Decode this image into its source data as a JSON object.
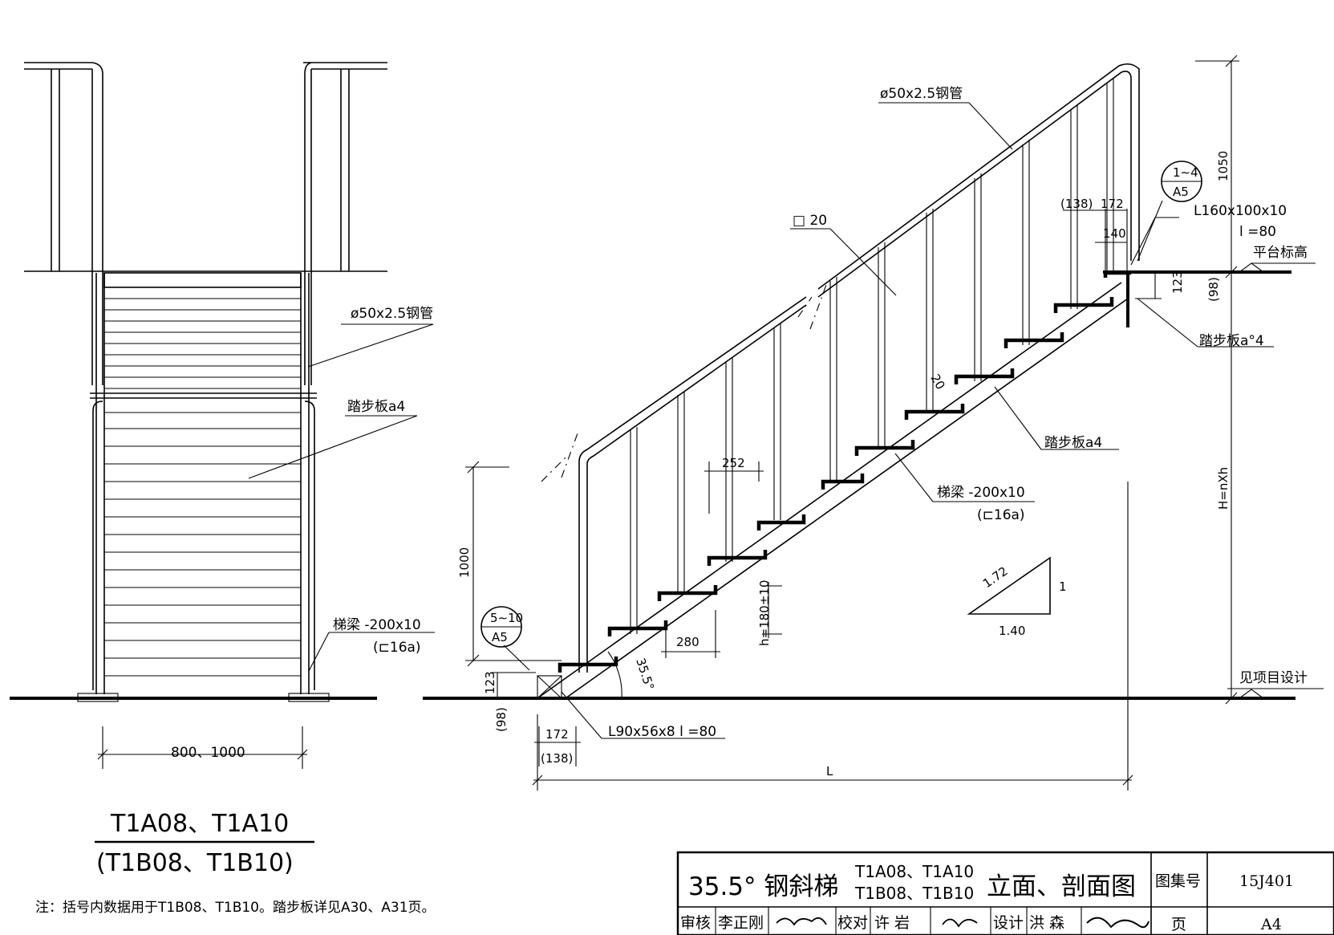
{
  "front_view": {
    "label_pipe": "ø50x2.5钢管",
    "label_tread": "踏步板a4",
    "label_beam_1": "梯梁 -200x10",
    "label_beam_2": "(⊏16a)",
    "dim_width": "800、1000",
    "title_main": "T1A08、T1A10",
    "title_alt": "(T1B08、T1B10)"
  },
  "note": "注：括号内数据用于T1B08、T1B10。踏步板详见A30、A31页。",
  "side_view": {
    "label_pipe": "ø50x2.5钢管",
    "label_post": "□ 20",
    "label_tread_top": "踏步板a°4",
    "label_tread_mid": "踏步板a4",
    "label_beam_1": "梯梁 -200x10",
    "label_beam_2": "(⊏16a)",
    "label_top_angle_1": "L160x100x10",
    "label_top_angle_2": "l =80",
    "label_platform": "平台标高",
    "label_ground": "见项目设计",
    "label_bottom_angle": "L90x56x8   l =80",
    "dim_1050": "1050",
    "dim_H": "H=nXh",
    "dim_1000": "1000",
    "dim_252": "252",
    "dim_280": "280",
    "dim_h": "h=180±10",
    "dim_20": "20",
    "dim_angle": "35.5°",
    "dim_123_top": "123",
    "dim_98_top": "(98)",
    "dim_123_bot": "123",
    "dim_98_bot": "(98)",
    "dim_138_top": "(138)",
    "dim_172_top": "172",
    "dim_140": "140",
    "dim_172_bot": "172",
    "dim_138_bot": "(138)",
    "dim_L": "L",
    "slope_run": "1.72",
    "slope_rise": "1",
    "slope_base": "1.40",
    "detail_top_1": "1∼4",
    "detail_top_2": "A5",
    "detail_bot_1": "5∼10",
    "detail_bot_2": "A5"
  },
  "title_block": {
    "title_prefix": "35.5° 钢斜梯",
    "title_codes_1": "T1A08、T1A10",
    "title_codes_2": "T1B08、T1B10",
    "title_suffix": "立面、剖面图",
    "atlas_label": "图集号",
    "atlas_no": "15J401",
    "review_label": "审核",
    "reviewer": "李正刚",
    "check_label": "校对",
    "checker": "许  岩",
    "design_label": "设计",
    "designer": "洪  森",
    "page_label": "页",
    "page_no": "A4"
  }
}
